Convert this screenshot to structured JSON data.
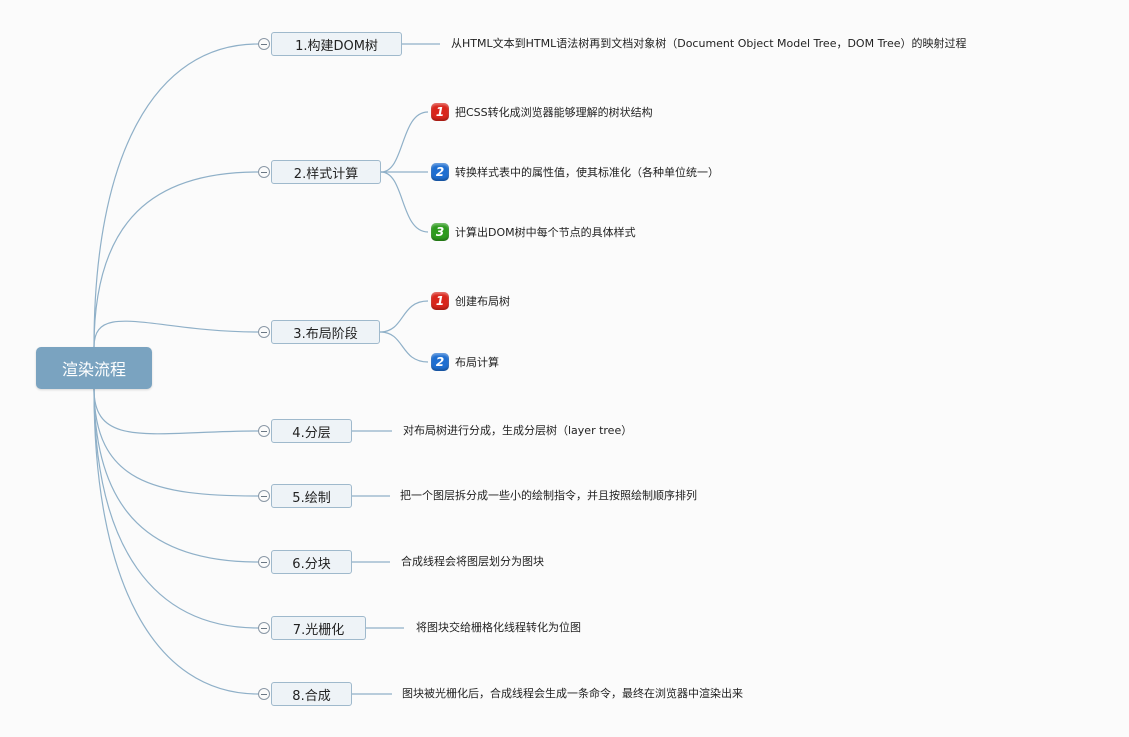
{
  "root": {
    "label": "渲染流程"
  },
  "colors": {
    "line": "#8fb0c8",
    "root_fill": "#7aa3c0",
    "topic_fill": "#eef3f7",
    "badge_1": "#d9261c",
    "badge_2": "#1f6fd1",
    "badge_3": "#2e9b1e"
  },
  "topics": [
    {
      "label": "1.构建DOM树",
      "desc": "从HTML文本到HTML语法树再到文档对象树（Document Object Model Tree，DOM Tree）的映射过程"
    },
    {
      "label": "2.样式计算",
      "subs": [
        {
          "num": "1",
          "text": "把CSS转化成浏览器能够理解的树状结构"
        },
        {
          "num": "2",
          "text": "转换样式表中的属性值，使其标准化（各种单位统一）"
        },
        {
          "num": "3",
          "text": "计算出DOM树中每个节点的具体样式"
        }
      ]
    },
    {
      "label": "3.布局阶段",
      "subs": [
        {
          "num": "1",
          "text": "创建布局树"
        },
        {
          "num": "2",
          "text": "布局计算"
        }
      ]
    },
    {
      "label": "4.分层",
      "desc": "对布局树进行分成，生成分层树（layer tree）"
    },
    {
      "label": "5.绘制",
      "desc": "把一个图层拆分成一些小的绘制指令，并且按照绘制顺序排列"
    },
    {
      "label": "6.分块",
      "desc": "合成线程会将图层划分为图块"
    },
    {
      "label": "7.光栅化",
      "desc": "将图块交给栅格化线程转化为位图"
    },
    {
      "label": "8.合成",
      "desc": "图块被光栅化后，合成线程会生成一条命令，最终在浏览器中渲染出来"
    }
  ]
}
